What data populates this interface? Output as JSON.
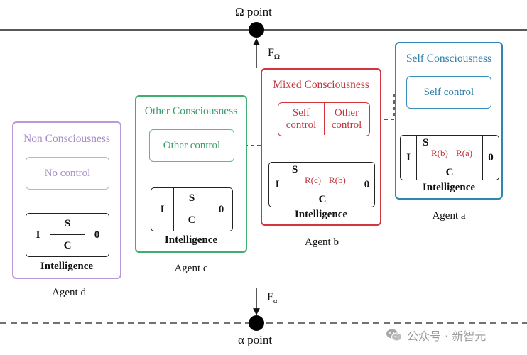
{
  "colors": {
    "agent_d": "#b99ad6",
    "agent_c": "#3fae6e",
    "agent_b": "#d2353d",
    "agent_a": "#2f86b4",
    "ink": "#111111"
  },
  "top": {
    "label": "Ω point",
    "force": "F",
    "force_sub": "Ω"
  },
  "bottom": {
    "label": "α point",
    "force": "F",
    "force_sub": "α"
  },
  "agents": {
    "d": {
      "title": "Non Consciousness",
      "control": "No control",
      "cells": {
        "i": "I",
        "s": "S",
        "c": "C",
        "o": "0"
      },
      "intelligence": "Intelligence",
      "name": "Agent d"
    },
    "c": {
      "title": "Other Consciousness",
      "control": "Other control",
      "cells": {
        "i": "I",
        "s": "S",
        "c": "C",
        "o": "0"
      },
      "intelligence": "Intelligence",
      "name": "Agent c"
    },
    "b": {
      "title": "Mixed Consciousness",
      "control_self_1": "Self",
      "control_self_2": "control",
      "control_other_1": "Other",
      "control_other_2": "control",
      "cells": {
        "i": "I",
        "s": "S",
        "c": "C",
        "o": "0",
        "r1": "R(c)",
        "r2": "R(b)"
      },
      "intelligence": "Intelligence",
      "name": "Agent b"
    },
    "a": {
      "title": "Self Consciousness",
      "control": "Self control",
      "cells": {
        "i": "I",
        "s": "S",
        "c": "C",
        "o": "0",
        "r1": "R(b)",
        "r2": "R(a)"
      },
      "intelligence": "Intelligence",
      "name": "Agent a"
    }
  },
  "watermark": {
    "icon": "wechat-icon",
    "text": "公众号 · 新智元"
  }
}
